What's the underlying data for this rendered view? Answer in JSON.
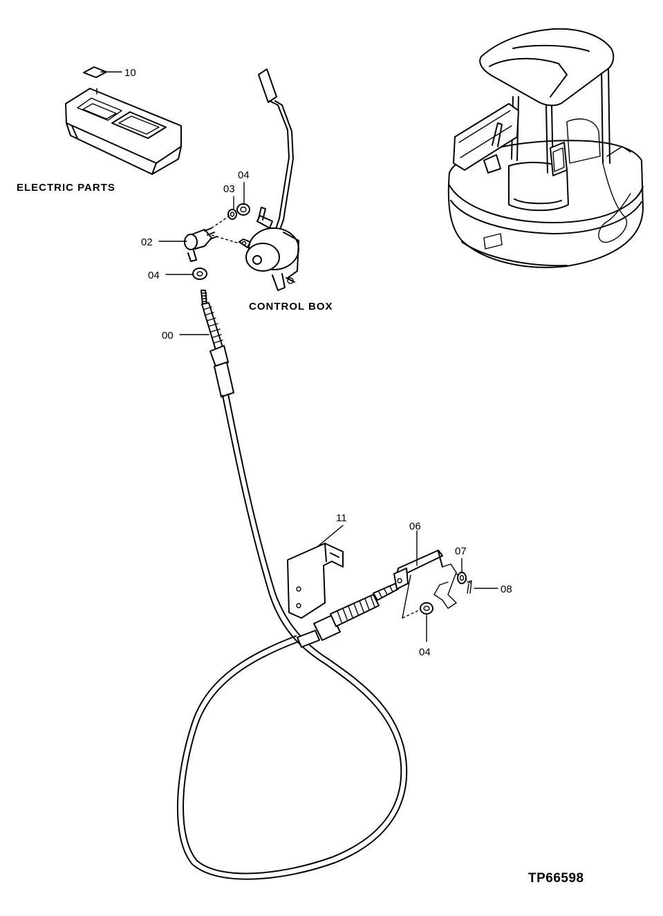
{
  "captions": {
    "electric_parts": "ELECTRIC PARTS",
    "control_box": "CONTROL BOX",
    "drawing_code": "TP66598"
  },
  "callouts": {
    "p10": "10",
    "p04_top": "04",
    "p03": "03",
    "p02": "02",
    "p04_left": "04",
    "p00": "00",
    "p11": "11",
    "p06": "06",
    "p07": "07",
    "p08": "08",
    "p04_bottom": "04"
  }
}
